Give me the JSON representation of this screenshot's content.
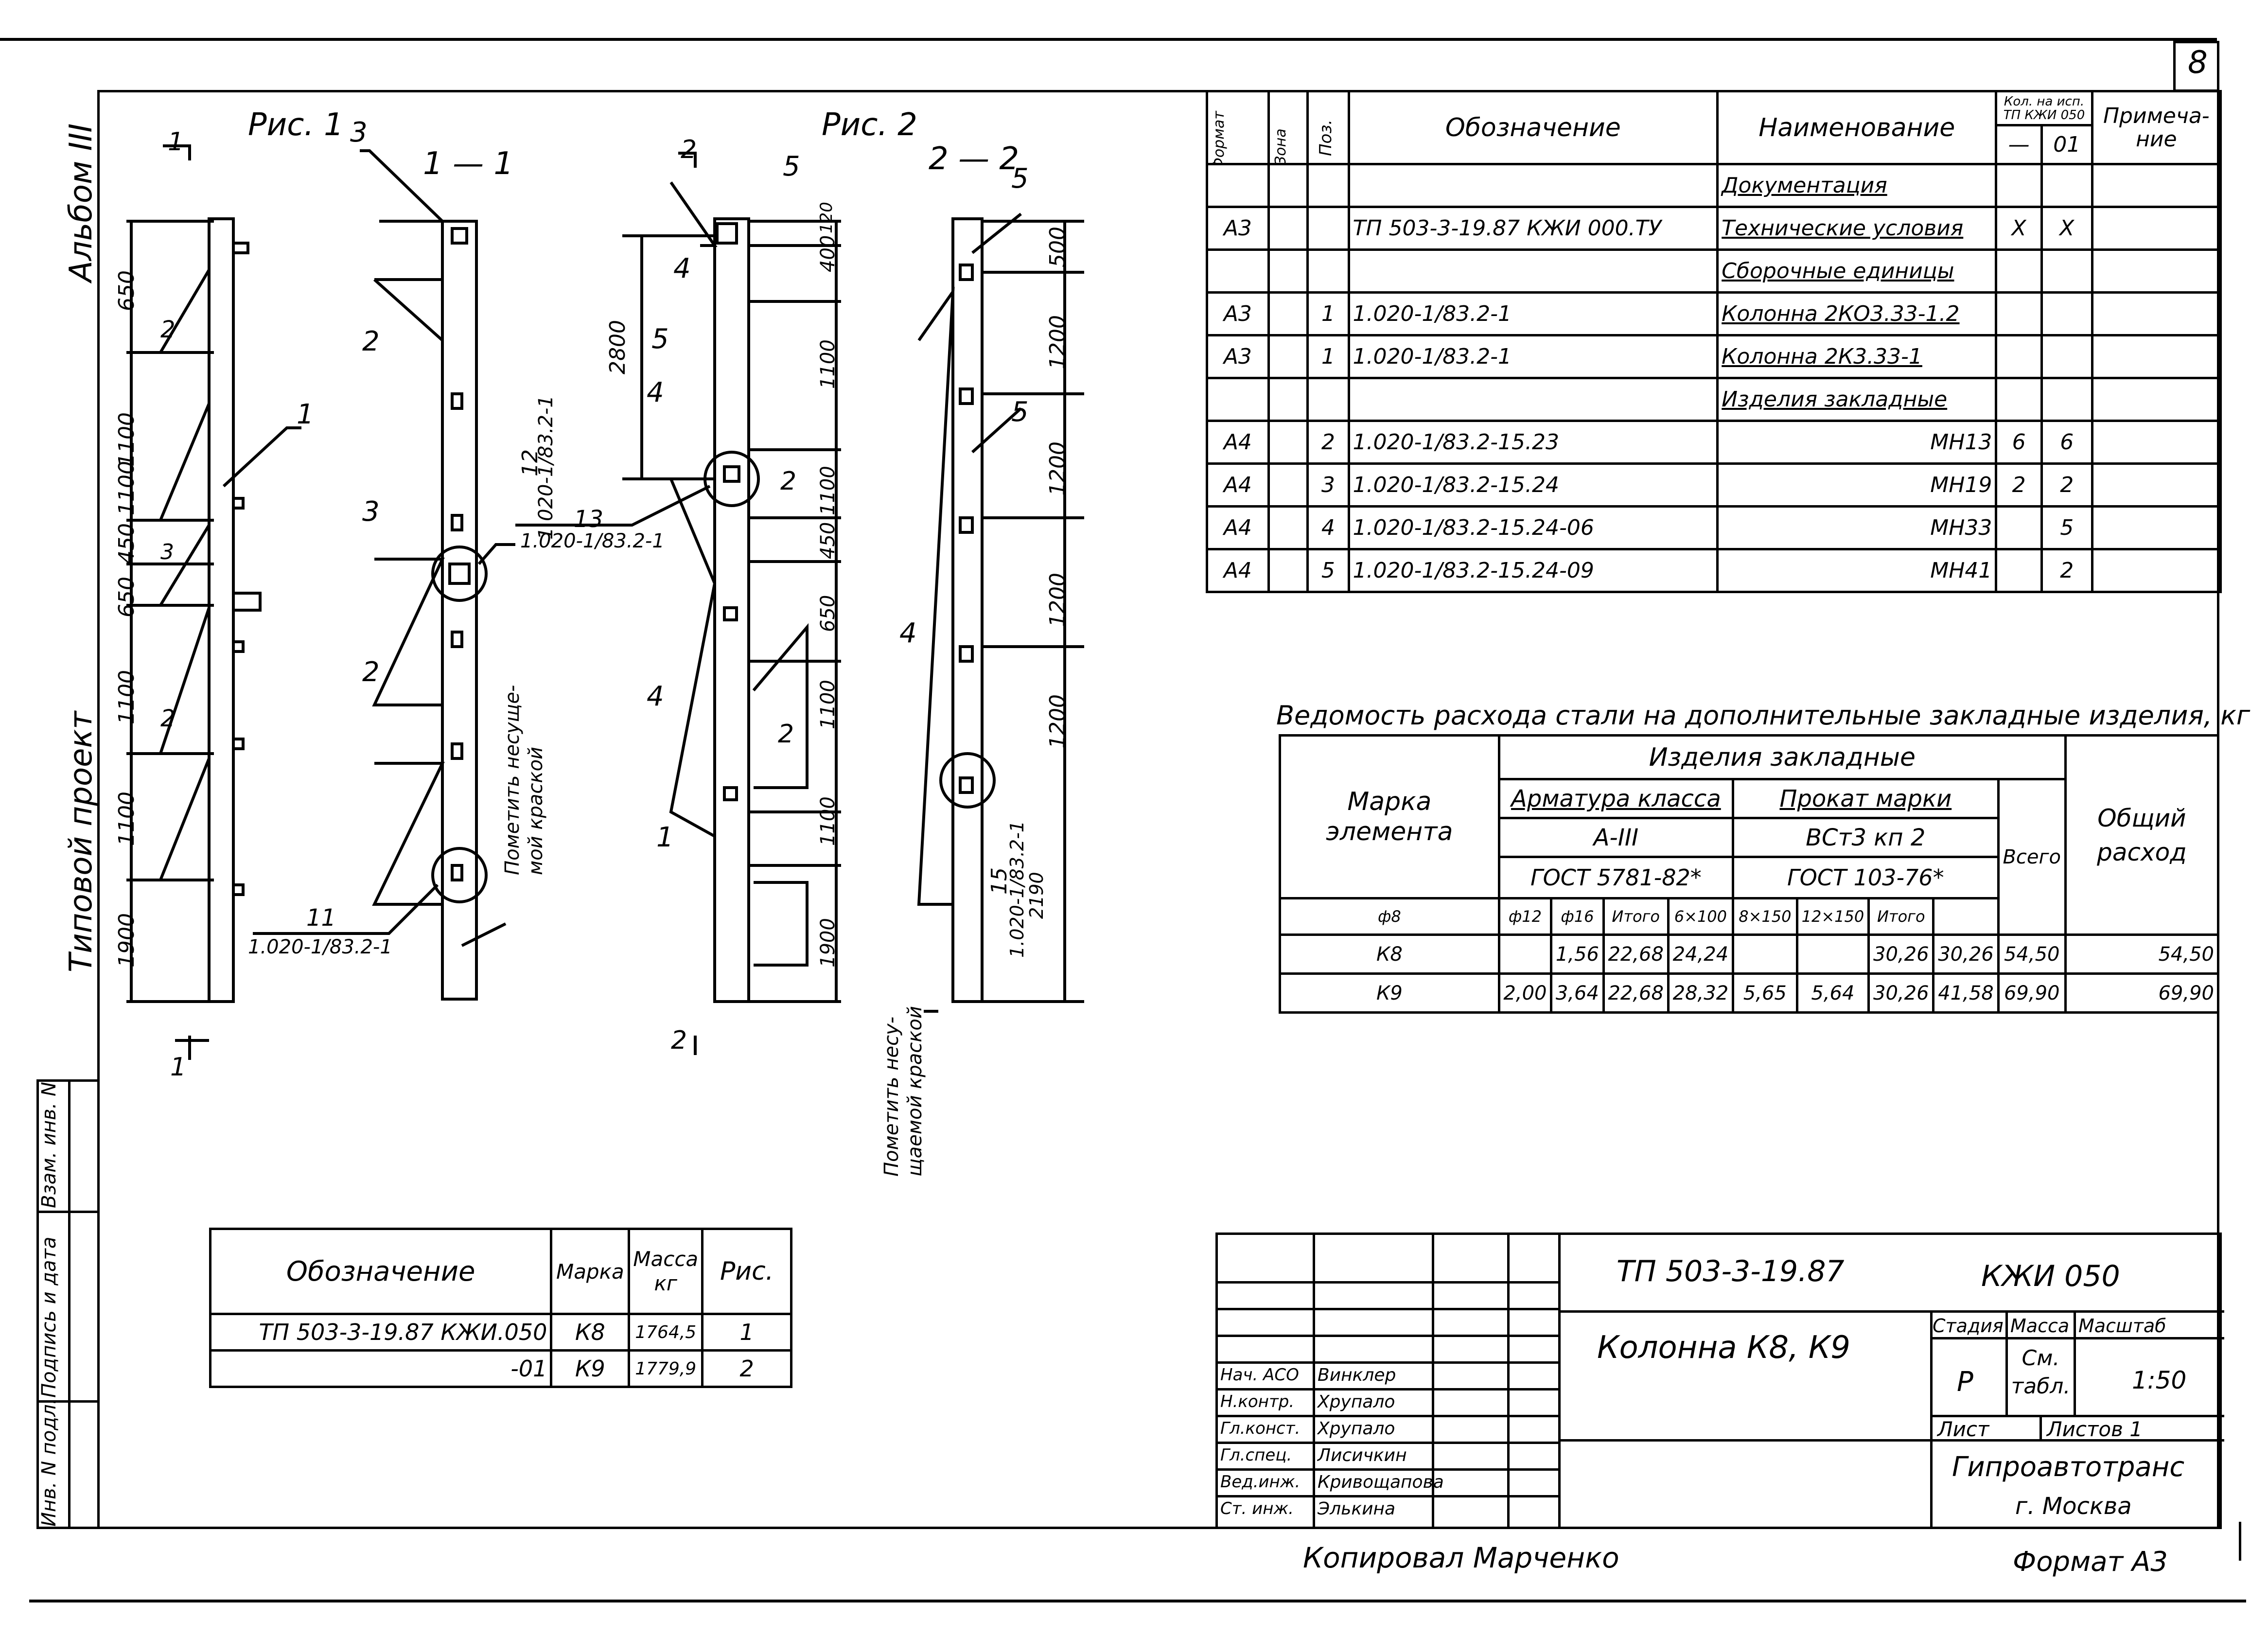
{
  "sheet": {
    "number": "8",
    "album": "Альбом III",
    "project_type": "Типовой проект",
    "copied_by": "Копировал   Марченко",
    "format": "Формат А3"
  },
  "figures": {
    "fig1": "Рис. 1",
    "fig2": "Рис. 2",
    "sec11": "1 — 1",
    "sec22": "2 — 2",
    "mark1": "1",
    "mark2": "2",
    "fig1_dims": [
      "650",
      "1100",
      "1100",
      "450",
      "650",
      "1100",
      "1100",
      "1900"
    ],
    "fig2_dims": [
      "400",
      "120",
      "1100",
      "1100",
      "450",
      "650",
      "1100",
      "1100",
      "1900"
    ],
    "sec22_dims": [
      "500",
      "1200",
      "1200",
      "1200",
      "1200"
    ],
    "dim_2800": "2800",
    "dim_3": "3",
    "callout_11": "11",
    "callout_11_ref": "1.020-1/83.2-1",
    "callout_12": "12",
    "callout_12_ref": "1.020-1/83.2-1",
    "callout_13": "13",
    "callout_13_ref": "1.020-1/83.2-1",
    "callout_15": "15",
    "callout_15_ref": "1.020-1/83.2-1",
    "callout_15_sheet": "2190",
    "note_paint_1": "Пометить несуще- мой краской",
    "note_paint_2": "Пометить несу- щаемой краской",
    "pos": [
      "1",
      "2",
      "3",
      "4",
      "5"
    ]
  },
  "spec_table": {
    "headers": {
      "format": "Формат",
      "zone": "Зона",
      "pos": "Поз.",
      "designation": "Обозначение",
      "name": "Наименование",
      "qty": "Кол. на исп. ТП  КЖИ 050",
      "qty_a": "—",
      "qty_b": "01",
      "note": "Примеча- ние"
    },
    "rows": [
      {
        "format": "",
        "zone": "",
        "pos": "",
        "designation": "",
        "name": "Документация",
        "a": "",
        "b": "",
        "underline": true
      },
      {
        "format": "А3",
        "zone": "",
        "pos": "",
        "designation": "ТП 503-3-19.87     КЖИ 000.ТУ",
        "name": "Технические условия",
        "a": "X",
        "b": "X",
        "underline": true
      },
      {
        "format": "",
        "zone": "",
        "pos": "",
        "designation": "",
        "name": "Сборочные единицы",
        "a": "",
        "b": "",
        "underline": true
      },
      {
        "format": "А3",
        "zone": "",
        "pos": "1",
        "designation": "1.020-1/83.2-1",
        "name": "Колонна 2КО3.33-1.2",
        "a": "",
        "b": "",
        "underline": true
      },
      {
        "format": "А3",
        "zone": "",
        "pos": "1",
        "designation": "1.020-1/83.2-1",
        "name": "Колонна 2К3.33-1",
        "a": "",
        "b": "",
        "underline": true
      },
      {
        "format": "",
        "zone": "",
        "pos": "",
        "designation": "",
        "name": "Изделия закладные",
        "a": "",
        "b": "",
        "underline": true
      },
      {
        "format": "А4",
        "zone": "",
        "pos": "2",
        "designation": "1.020-1/83.2-15.23",
        "name": "МН13",
        "a": "6",
        "b": "6",
        "underline": false
      },
      {
        "format": "А4",
        "zone": "",
        "pos": "3",
        "designation": "1.020-1/83.2-15.24",
        "name": "МН19",
        "a": "2",
        "b": "2",
        "underline": false
      },
      {
        "format": "А4",
        "zone": "",
        "pos": "4",
        "designation": "1.020-1/83.2-15.24-06",
        "name": "МН33",
        "a": "",
        "b": "5",
        "underline": false
      },
      {
        "format": "А4",
        "zone": "",
        "pos": "5",
        "designation": "1.020-1/83.2-15.24-09",
        "name": "МН41",
        "a": "",
        "b": "2",
        "underline": false
      }
    ]
  },
  "steel_table": {
    "title": "Ведомость расхода стали на дополнительные закладные изделия, кг",
    "h_element": "Марка элемента",
    "h_items": "Изделия    закладные",
    "h_rebar": "Арматура   класса",
    "h_rebar_class": "А-III",
    "h_rebar_gost": "ГОСТ 5781-82*",
    "h_rolled": "Прокат  марки",
    "h_rolled_grade": "ВСт3 кп 2",
    "h_rolled_gost": "ГОСТ 103-76*",
    "h_total": "Всего",
    "h_overall": "Общий расход",
    "sub": [
      "ф8",
      "ф12",
      "ф16",
      "Итого",
      "6×100",
      "8×150",
      "12×150",
      "Итого"
    ],
    "rows": [
      {
        "mark": "К8",
        "v": [
          "",
          "1,56",
          "22,68",
          "24,24",
          "",
          "",
          "30,26",
          "30,26"
        ],
        "total": "54,50",
        "overall": "54,50"
      },
      {
        "mark": "К9",
        "v": [
          "2,00",
          "3,64",
          "22,68",
          "28,32",
          "5,65",
          "5,64",
          "30,26",
          "41,58"
        ],
        "total": "69,90",
        "overall": "69,90"
      }
    ]
  },
  "mark_table": {
    "h_designation": "Обозначение",
    "h_mark": "Марка",
    "h_mass": "Масса кг",
    "h_fig": "Рис.",
    "rows": [
      {
        "designation": "ТП 503-3-19.87     КЖИ.050",
        "mark": "К8",
        "mass": "1764,5",
        "fig": "1"
      },
      {
        "designation": "-01",
        "mark": "К9",
        "mass": "1779,9",
        "fig": "2"
      }
    ]
  },
  "side_stamp": [
    "Инв. N подл.",
    "Подпись и дата",
    "Взам. инв. N"
  ],
  "title_block": {
    "project": "ТП 503-3-19.87",
    "code": "КЖИ 050",
    "title": "Колонна  К8, К9",
    "stage_h": "Стадия",
    "mass_h": "Масса",
    "scale_h": "Масштаб",
    "stage": "Р",
    "mass": "См. табл.",
    "scale": "1:50",
    "sheet_h": "Лист",
    "sheets_h": "Листов 1",
    "org": "Гипроавтотранс",
    "city": "г. Москва",
    "staff": [
      {
        "role": "Нач. АСО",
        "name": "Винклер"
      },
      {
        "role": "Н.контр.",
        "name": "Хрупало"
      },
      {
        "role": "Гл.конст.",
        "name": "Хрупало"
      },
      {
        "role": "Гл.спец.",
        "name": "Лисичкин"
      },
      {
        "role": "Вед.инж.",
        "name": "Кривощапова"
      },
      {
        "role": "Ст. инж.",
        "name": "Элькина"
      }
    ]
  }
}
